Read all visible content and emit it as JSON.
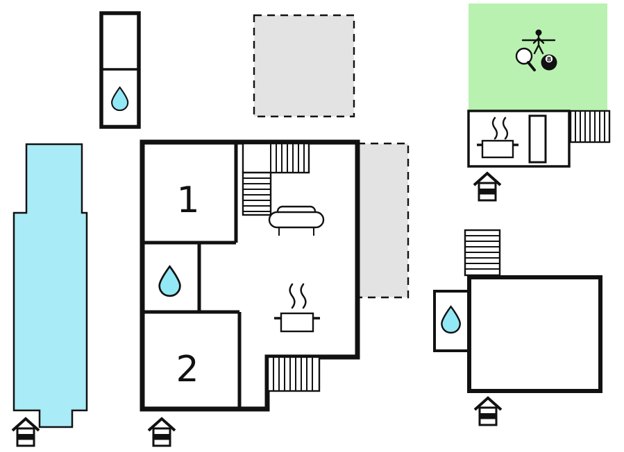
{
  "colors": {
    "pool": "#a9ebf7",
    "water": "#93e8f6",
    "games_room": "#b9f2b0",
    "terrace": "#e3e3e3"
  },
  "labels": {
    "room_1": "1",
    "room_2": "2",
    "eight_ball": "8"
  },
  "icons": {
    "water-drop-icon": "teardrop shape",
    "entrance-house-icon": "house pictogram with door band",
    "staircase-icon": "striped rectangle",
    "sofa-icon": "couch outline",
    "stove-pot-icon": "pot with rising steam",
    "table-tennis-paddle-icon": "round paddle with handle",
    "eight-ball-icon": "black billiard ball with 8",
    "foosball-player-icon": "figure on a rod"
  }
}
